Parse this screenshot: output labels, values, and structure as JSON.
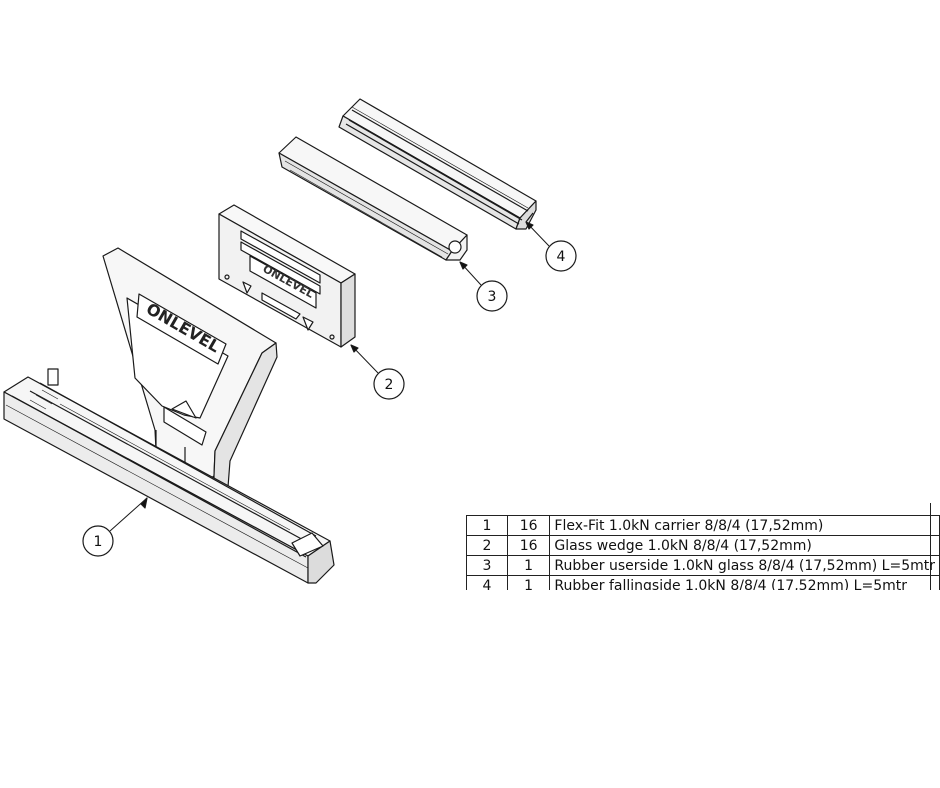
{
  "callouts": [
    "1",
    "2",
    "3",
    "4"
  ],
  "logo_text": "ONLEVEL",
  "bom": {
    "rows": [
      {
        "item": "1",
        "qty": "16",
        "description": "Flex-Fit 1.0kN carrier 8/8/4 (17,52mm)"
      },
      {
        "item": "2",
        "qty": "16",
        "description": "Glass wedge 1.0kN 8/8/4 (17,52mm)"
      },
      {
        "item": "3",
        "qty": "1",
        "description": "Rubber userside 1.0kN glass 8/8/4 (17,52mm) L=5mtr"
      },
      {
        "item": "4",
        "qty": "1",
        "description": "Rubber fallingside 1.0kN 8/8/4 (17,52mm) L=5mtr"
      }
    ]
  }
}
